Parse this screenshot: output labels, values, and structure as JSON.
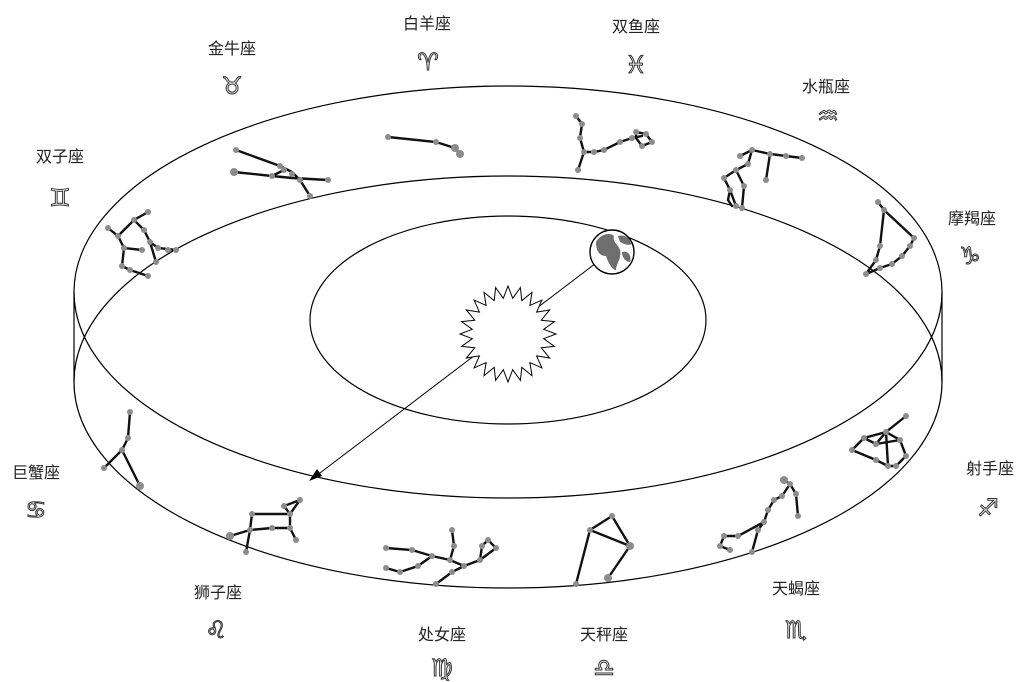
{
  "constellations": [
    {
      "id": "aries",
      "name": "白羊座",
      "symbol": "♈"
    },
    {
      "id": "pisces",
      "name": "双鱼座",
      "symbol": "♓"
    },
    {
      "id": "aquarius",
      "name": "水瓶座",
      "symbol": "♒"
    },
    {
      "id": "capricorn",
      "name": "摩羯座",
      "symbol": "♑"
    },
    {
      "id": "sagittarius",
      "name": "射手座",
      "symbol": "♐"
    },
    {
      "id": "scorpio",
      "name": "天蝎座",
      "symbol": "♏"
    },
    {
      "id": "libra",
      "name": "天秤座",
      "symbol": "♎"
    },
    {
      "id": "virgo",
      "name": "处女座",
      "symbol": "♍"
    },
    {
      "id": "leo",
      "name": "狮子座",
      "symbol": "♌"
    },
    {
      "id": "cancer",
      "name": "巨蟹座",
      "symbol": "♋"
    },
    {
      "id": "gemini",
      "name": "双子座",
      "symbol": "♊"
    },
    {
      "id": "taurus",
      "name": "金牛座",
      "symbol": "♉"
    }
  ],
  "center": {
    "sun": "sun",
    "earth": "earth"
  },
  "colors": {
    "line": "#111111",
    "star": "#8c8c8c",
    "earth_ocean": "#ffffff",
    "earth_land": "#6f6f6f"
  }
}
